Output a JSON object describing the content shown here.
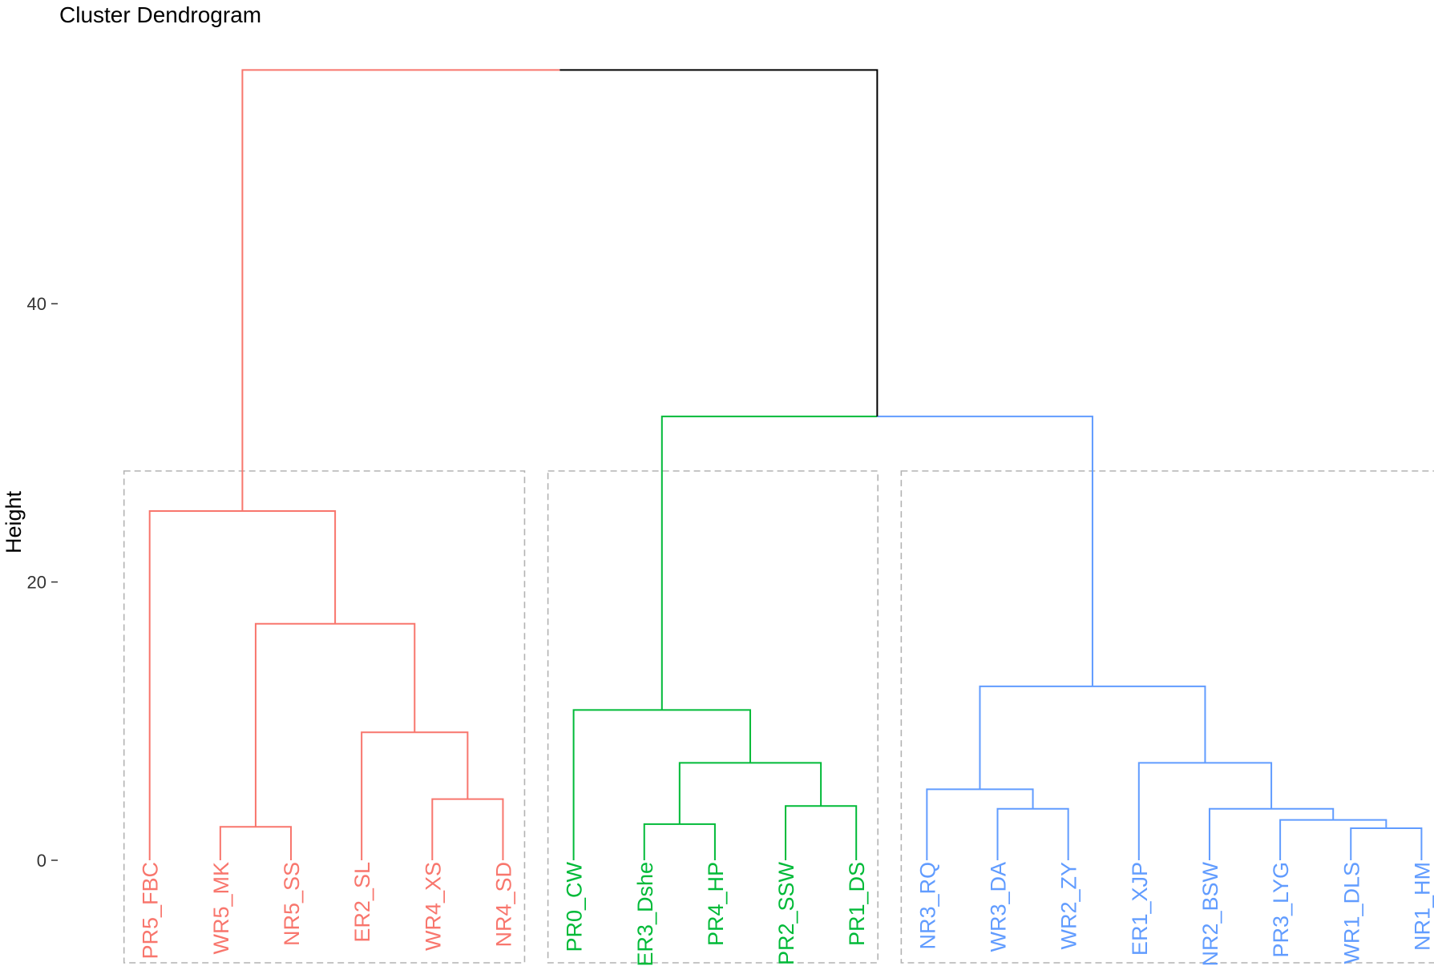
{
  "chart_data": {
    "type": "dendrogram",
    "title": "Cluster Dendrogram",
    "xlabel": "",
    "ylabel": "Height",
    "ylim": [
      -7,
      56
    ],
    "y_ticks": [
      0,
      20,
      40
    ],
    "grid": false,
    "colors": {
      "root": "#000000",
      "cluster_1": "#F8766D",
      "cluster_2": "#00BA38",
      "cluster_3": "#619CFF",
      "box": "#B3B3B3"
    },
    "leaves": [
      {
        "label": "PR5_FBC",
        "cluster": 1
      },
      {
        "label": "WR5_MK",
        "cluster": 1
      },
      {
        "label": "NR5_SS",
        "cluster": 1
      },
      {
        "label": "ER2_SL",
        "cluster": 1
      },
      {
        "label": "WR4_XS",
        "cluster": 1
      },
      {
        "label": "NR4_SD",
        "cluster": 1
      },
      {
        "label": "PR0_CW",
        "cluster": 2
      },
      {
        "label": "ER3_Dshe",
        "cluster": 2
      },
      {
        "label": "PR4_HP",
        "cluster": 2
      },
      {
        "label": "PR2_SSW",
        "cluster": 2
      },
      {
        "label": "PR1_DS",
        "cluster": 2
      },
      {
        "label": "NR3_RQ",
        "cluster": 3
      },
      {
        "label": "WR3_DA",
        "cluster": 3
      },
      {
        "label": "WR2_ZY",
        "cluster": 3
      },
      {
        "label": "ER1_XJP",
        "cluster": 3
      },
      {
        "label": "NR2_BSW",
        "cluster": 3
      },
      {
        "label": "PR3_LYG",
        "cluster": 3
      },
      {
        "label": "WR1_DLS",
        "cluster": 3
      },
      {
        "label": "NR1_HM",
        "cluster": 3
      }
    ],
    "merges": [
      {
        "a": "WR5_MK",
        "b": "NR5_SS",
        "height": 2.4
      },
      {
        "a": "WR4_XS",
        "b": "NR4_SD",
        "height": 4.4
      },
      {
        "a": "ER2_SL",
        "b": "m2",
        "height": 9.2
      },
      {
        "a": "m1",
        "b": "m3",
        "height": 17.0
      },
      {
        "a": "PR5_FBC",
        "b": "m4",
        "height": 25.1
      },
      {
        "a": "ER3_Dshe",
        "b": "PR4_HP",
        "height": 2.6
      },
      {
        "a": "PR2_SSW",
        "b": "PR1_DS",
        "height": 3.9
      },
      {
        "a": "m6",
        "b": "m7",
        "height": 7.0
      },
      {
        "a": "PR0_CW",
        "b": "m8",
        "height": 10.8
      },
      {
        "a": "WR3_DA",
        "b": "WR2_ZY",
        "height": 3.7
      },
      {
        "a": "NR3_RQ",
        "b": "m10",
        "height": 5.1
      },
      {
        "a": "WR1_DLS",
        "b": "NR1_HM",
        "height": 2.3
      },
      {
        "a": "PR3_LYG",
        "b": "m12",
        "height": 2.9
      },
      {
        "a": "NR2_BSW",
        "b": "m13",
        "height": 3.7
      },
      {
        "a": "ER1_XJP",
        "b": "m14",
        "height": 7.0
      },
      {
        "a": "m11",
        "b": "m15",
        "height": 12.5
      },
      {
        "a": "m9",
        "b": "m16",
        "height": 31.9
      },
      {
        "a": "m5",
        "b": "m17",
        "height": 56.8
      }
    ],
    "cluster_boxes": [
      {
        "cluster": 1
      },
      {
        "cluster": 2
      },
      {
        "cluster": 3
      }
    ]
  }
}
